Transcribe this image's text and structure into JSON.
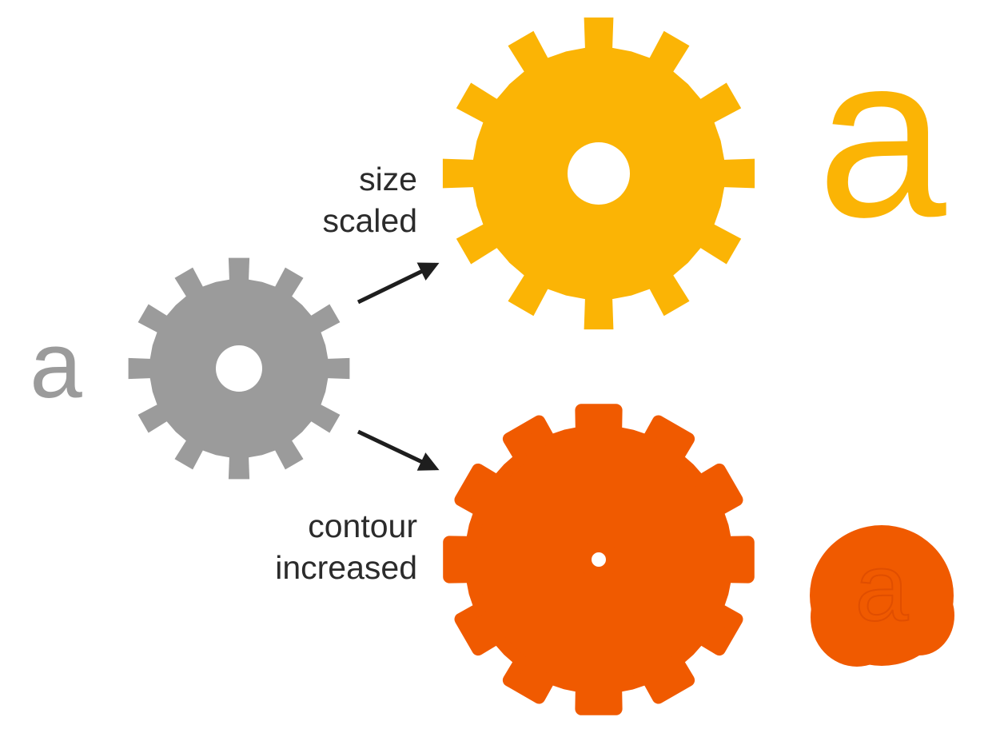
{
  "source": {
    "glyph": "a",
    "color": "#9b9b9b"
  },
  "scaled": {
    "label_line1": "size",
    "label_line2": "scaled",
    "glyph": "a",
    "color": "#fbb405"
  },
  "contour": {
    "label_line1": "contour",
    "label_line2": "increased",
    "glyph": "a",
    "color": "#f05a00"
  },
  "colors": {
    "background": "#ffffff",
    "arrow": "#1e1e1e",
    "text": "#2b2b2b"
  },
  "icons": [
    "gear-icon",
    "arrow-icon"
  ]
}
